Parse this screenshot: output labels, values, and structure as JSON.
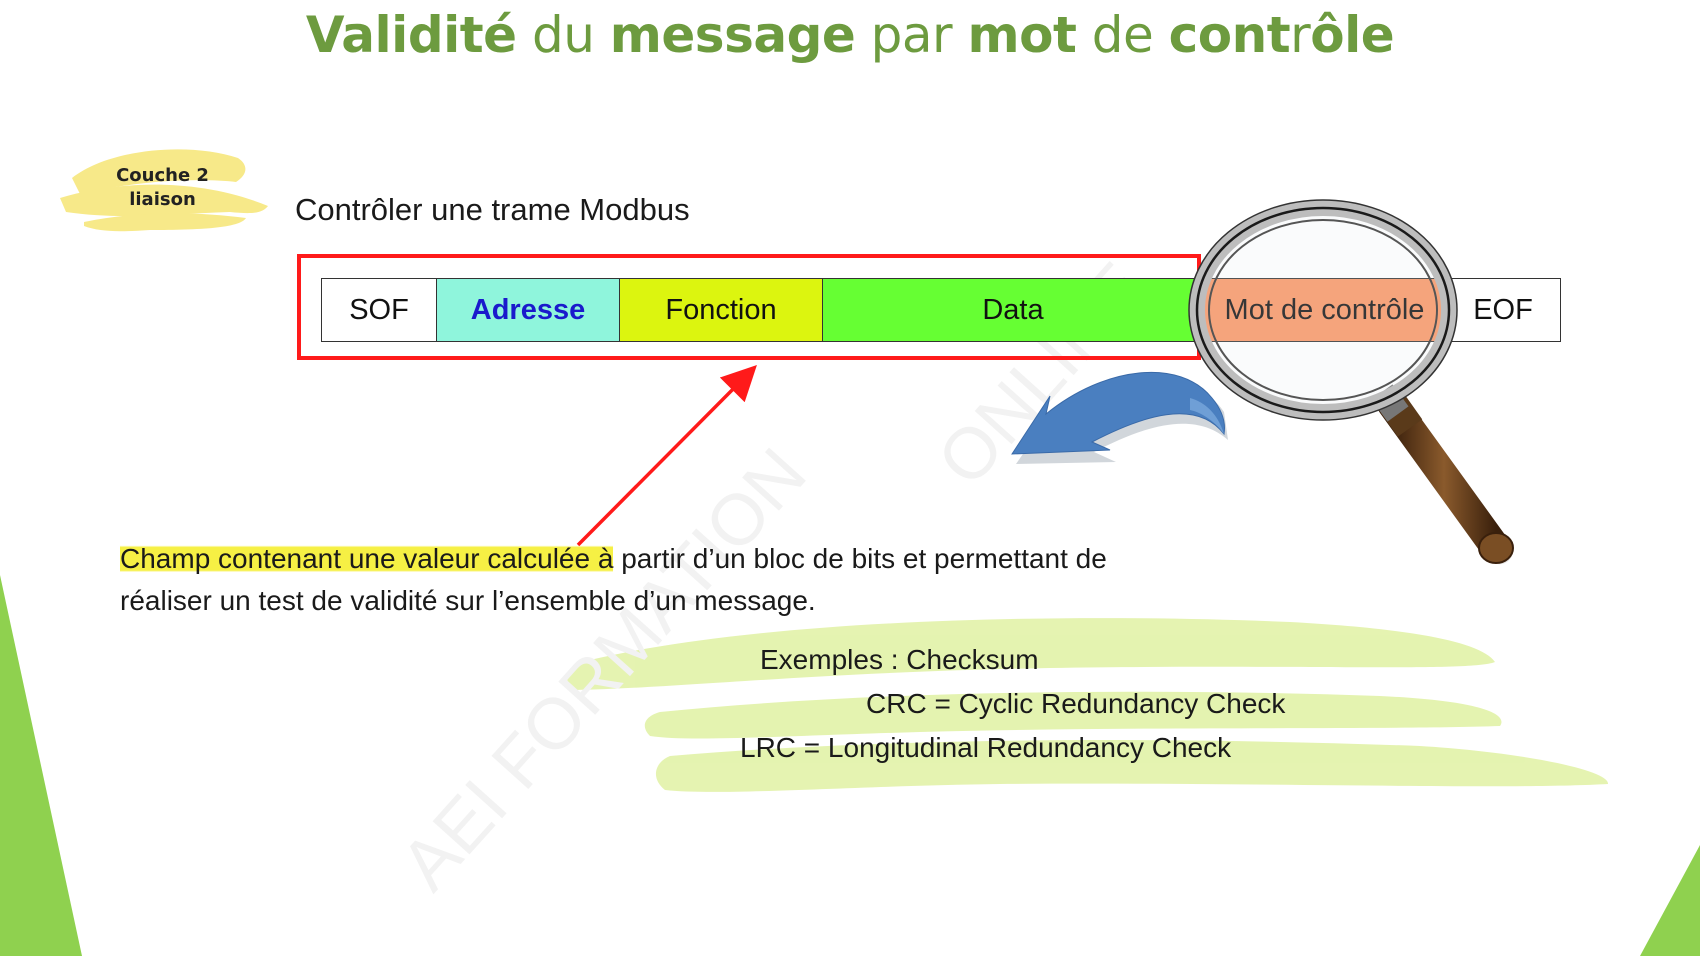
{
  "title": {
    "parts": [
      {
        "text": "Validité",
        "bold": true
      },
      {
        "text": " du ",
        "bold": false
      },
      {
        "text": "message",
        "bold": true
      },
      {
        "text": " par ",
        "bold": false
      },
      {
        "text": "mot",
        "bold": true
      },
      {
        "text": " de ",
        "bold": false
      },
      {
        "text": "cont",
        "bold": true
      },
      {
        "text": "r",
        "bold": false
      },
      {
        "text": "ôle",
        "bold": true
      }
    ]
  },
  "layer_label": {
    "line1": "Couche 2",
    "line2": "liaison"
  },
  "section_heading": "Contrôler une trame Modbus",
  "frame": {
    "fields": [
      {
        "label": "SOF",
        "color": "#ffffff"
      },
      {
        "label": "Adresse",
        "color": "#8ff5dc",
        "text_color": "#1a1acc",
        "bold": true
      },
      {
        "label": "Fonction",
        "color": "#dcf50f"
      },
      {
        "label": "Data",
        "color": "#66ff33"
      },
      {
        "label": "Mot de contrôle",
        "color": "#f99563"
      },
      {
        "label": "EOF",
        "color": "#ffffff"
      }
    ]
  },
  "description": {
    "highlighted": "Champ contenant une valeur calculée à",
    "rest_line1": " partir d’un bloc de bits et permettant de",
    "line2": "réaliser un test de validité sur l’ensemble d’un message."
  },
  "examples": {
    "line1": "Exemples : Checksum",
    "line2": "CRC = Cyclic Redundancy Check",
    "line3": "LRC = Longitudinal Redundancy Check"
  },
  "watermark": {
    "line1": "AEI  FORMATION",
    "line2": "ONLINE"
  },
  "colors": {
    "title_green": "#6d9b3f",
    "frame_red": "#ff1a1a",
    "arrow_blue": "#4a7fc0",
    "highlight_yellow": "#f6f044",
    "brush_green": "#e2f2a8",
    "corner_green": "#8fd14f"
  }
}
